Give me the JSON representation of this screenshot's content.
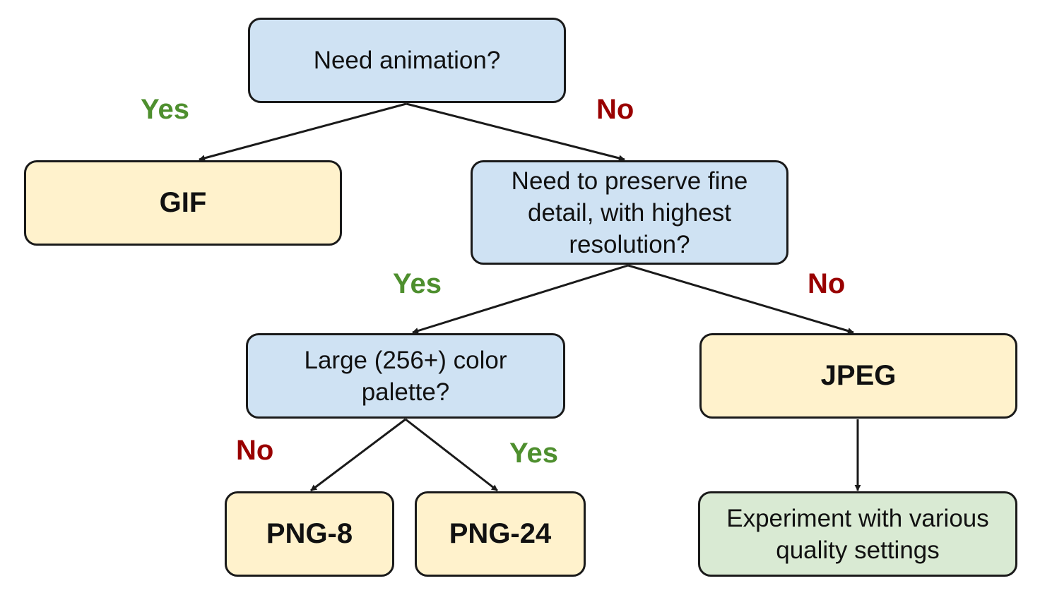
{
  "colors": {
    "question_fill": "#cfe2f3",
    "format_fill": "#fff2cc",
    "note_fill": "#d9ead3",
    "yes_color": "#4e8f2e",
    "no_color": "#990000",
    "stroke": "#1a1a1a"
  },
  "nodes": {
    "q_animation": "Need animation?",
    "gif": "GIF",
    "q_detail": "Need to preserve fine detail, with highest resolution?",
    "q_palette": "Large (256+) color palette?",
    "jpeg": "JPEG",
    "png8": "PNG-8",
    "png24": "PNG-24",
    "experiment": "Experiment with various quality settings"
  },
  "edges": {
    "animation_yes": "Yes",
    "animation_no": "No",
    "detail_yes": "Yes",
    "detail_no": "No",
    "palette_no": "No",
    "palette_yes": "Yes"
  }
}
